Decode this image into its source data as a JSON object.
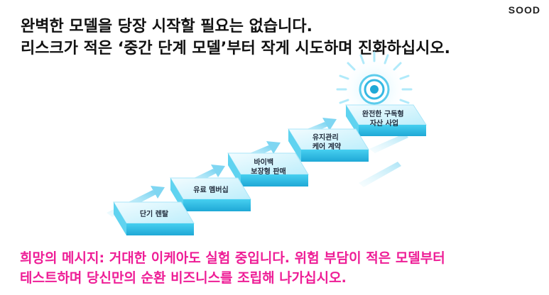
{
  "brand": "SOOD",
  "headline": {
    "line1": "완벽한 모델을 당장 시작할 필요는 없습니다.",
    "line2": "리스크가 적은 ‘중간 단계 모델’부터 작게 시도하며 진화하십시오."
  },
  "steps": [
    {
      "label_lines": [
        "단기 렌탈"
      ]
    },
    {
      "label_lines": [
        "유료 멤버십"
      ]
    },
    {
      "label_lines": [
        "바이백",
        "보장형 판매"
      ]
    },
    {
      "label_lines": [
        "유지관리",
        "케어 계약"
      ]
    },
    {
      "label_lines": [
        "완전한 구독형",
        "자산 사업"
      ]
    }
  ],
  "goal_icon": "target-icon",
  "message": {
    "line1": "희망의 메시지: 거대한 이케아도 실험 중입니다. 위험 부담이 적은 모델부터",
    "line2": "테스트하며 당신만의 순환 비즈니스를 조립해 나가십시오."
  },
  "colors": {
    "headline": "#111111",
    "message": "#ee1d96",
    "step_top": "#d8f6ff",
    "step_side": "#37c6ea",
    "arrow": "#7fd6f2"
  }
}
